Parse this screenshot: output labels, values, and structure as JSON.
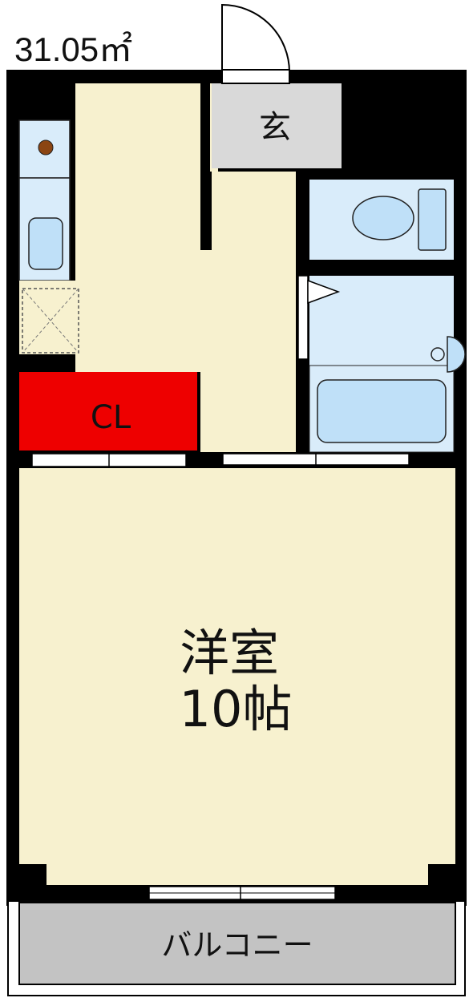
{
  "area": "31.05㎡",
  "rooms": {
    "entrance": "玄",
    "closet": "CL",
    "western_room": "洋室",
    "western_room_size": "10帖",
    "balcony": "バルコニー"
  },
  "colors": {
    "wall": "#000000",
    "floor": "#f7f1cf",
    "entrance": "#d9d9d9",
    "wet_area": "#d9ecfa",
    "fixture": "#bfe0f8",
    "closet": "#ee0000",
    "balcony": "#c3c3c3",
    "stove": "#8b4513"
  }
}
